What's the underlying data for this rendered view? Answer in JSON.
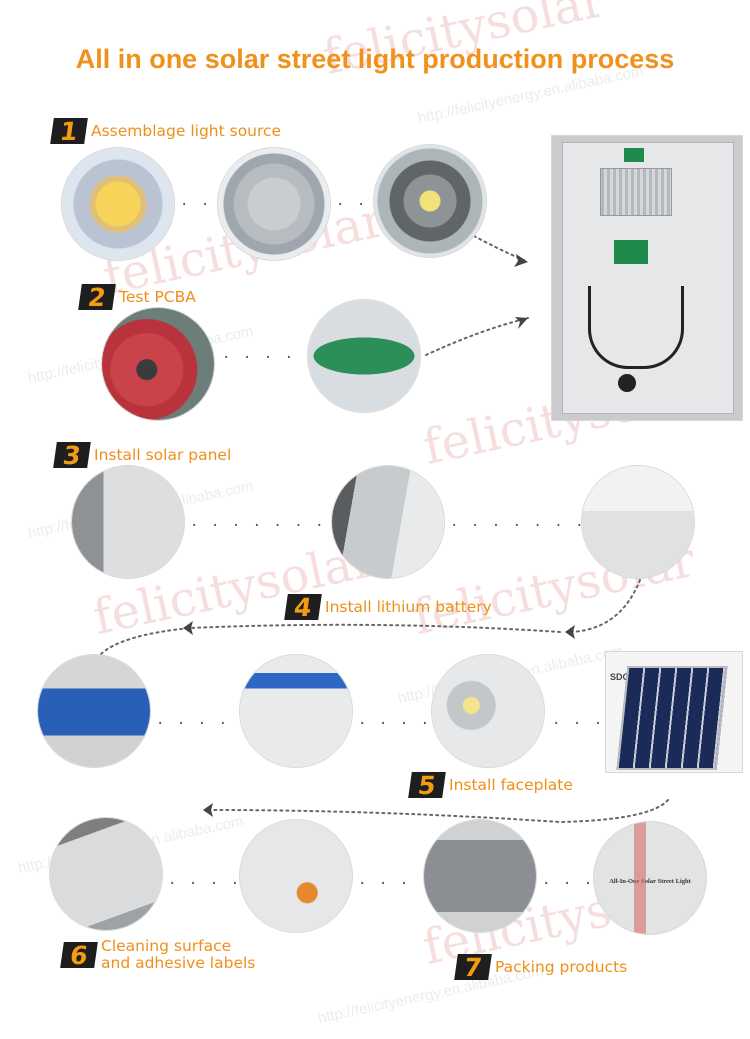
{
  "title": "All in one solar street light production process",
  "watermark": {
    "brand": "felicitysolar",
    "url": "http://felicityenergy.en.alibaba.com"
  },
  "steps": [
    {
      "num": "1",
      "label": "Assemblage light source"
    },
    {
      "num": "2",
      "label": "Test PCBA"
    },
    {
      "num": "3",
      "label": "Install solar panel"
    },
    {
      "num": "4",
      "label": "Install lithium battery"
    },
    {
      "num": "5",
      "label": "Install faceplate"
    },
    {
      "num": "6",
      "label": "Cleaning surface\nand adhesive labels"
    },
    {
      "num": "7",
      "label": "Packing products"
    }
  ],
  "box_label": "All-In-One Solar Street Light",
  "panel_brand": "SDG",
  "colors": {
    "accent": "#f0911c",
    "badge_bg": "#1e1e1e"
  }
}
